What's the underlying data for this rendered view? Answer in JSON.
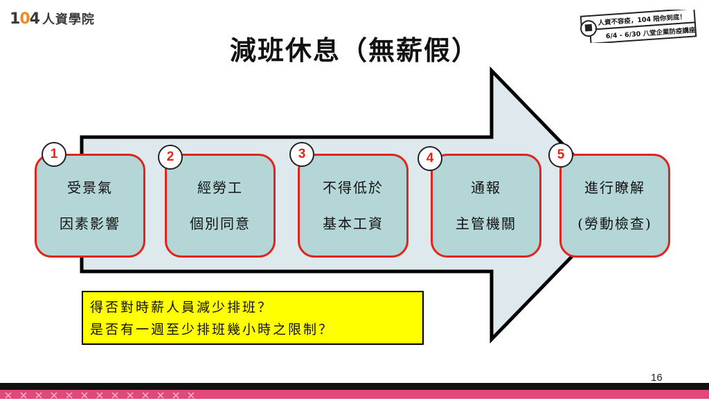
{
  "logo": {
    "number": "104",
    "text": "人資學院"
  },
  "badge": {
    "line1": "人資不容疫，104 陪你到底！",
    "line2": "6/4 - 6/30 八堂企業防疫講座"
  },
  "title": "減班休息（無薪假）",
  "steps": [
    {
      "number": "1",
      "line1": "受景氣",
      "line2": "因素影響"
    },
    {
      "number": "2",
      "line1": "經勞工",
      "line2": "個別同意"
    },
    {
      "number": "3",
      "line1": "不得低於",
      "line2": "基本工資"
    },
    {
      "number": "4",
      "line1": "通報",
      "line2": "主管機關"
    },
    {
      "number": "5",
      "line1": "進行瞭解",
      "line2": "(勞動檢查)"
    }
  ],
  "note": {
    "line1": "得否對時薪人員減少排班？",
    "line2": "是否有一週至少排班幾小時之限制？"
  },
  "page_number": "16",
  "colors": {
    "box_fill": "#b4d6d6",
    "box_border": "#e0261c",
    "arrow_fill": "#dde9ed",
    "note_fill": "#ffff00",
    "footer_pink": "#e04a7a"
  }
}
